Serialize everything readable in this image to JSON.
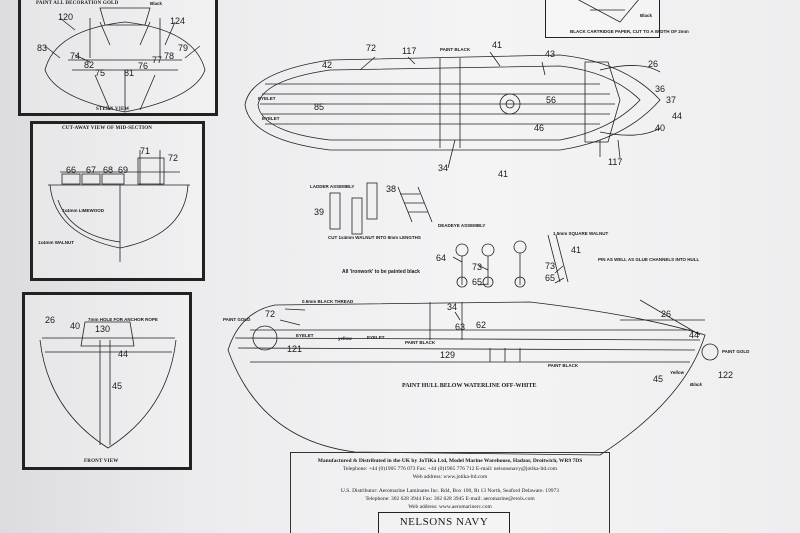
{
  "stern_panel": {
    "title": "PAINT ALL DECORATION GOLD",
    "caption": "STERN VIEW",
    "black_label": "Black"
  },
  "midsection_panel": {
    "title": "CUT-AWAY VIEW OF MID-SECTION",
    "label_limewood": "1x4mm LIMEWOOD",
    "label_walnut": "1x4mm WALNUT"
  },
  "front_panel": {
    "hole_label": "7mm HOLE FOR ANCHOR ROPE",
    "caption": "FRONT VIEW"
  },
  "cartridge_note": "BLACK CARTRIDGE PAPER, CUT TO A WIDTH OF 2mm",
  "cartridge_black": "Black",
  "deck": {
    "paint_black": "PAINT BLACK",
    "eyelet_1": "EYELET",
    "eyelet_2": "EYELET"
  },
  "ladder": {
    "title": "LADDER ASSEMBLY",
    "note": "CUT 1x4mm WALNUT INTO 8mm LENGTHS"
  },
  "deadeye": {
    "title": "DEADEYE ASSEMBLY",
    "square_walnut": "1.5mm SQUARE WALNUT",
    "glue_note": "PIN AS WELL AS GLUE CHANNELS INTO HULL"
  },
  "ironwork_note": "All 'ironwork' to be painted black",
  "side": {
    "black_thread": "0.5mm BLACK THREAD",
    "paint_gold_left": "PAINT GOLD",
    "eyelet_a": "EYELET",
    "yellow_a": "yellow",
    "eyelet_b": "EYELET",
    "paint_black_a": "PAINT BLACK",
    "paint_black_b": "PAINT BLACK",
    "paint_gold_right": "PAINT GOLD",
    "yellow_b": "Yellow",
    "black_b": "Black",
    "waterline": "PAINT HULL BELOW WATERLINE OFF-WHITE"
  },
  "numbers": {
    "n120": "120",
    "n83": "83",
    "n74": "74",
    "n82": "82",
    "n75": "75",
    "n81": "81",
    "n76": "76",
    "n77": "77",
    "n79": "79",
    "n124": "124",
    "n78": "78",
    "n71": "71",
    "n72m": "72",
    "n66": "66",
    "n67": "67",
    "n68": "68",
    "n69": "69",
    "n26f": "26",
    "n40f": "40",
    "n130": "130",
    "n44f": "44",
    "n45f": "45",
    "n72t": "72",
    "n117a": "117",
    "n41a": "41",
    "n43": "43",
    "n42": "42",
    "n85": "85",
    "n56": "56",
    "n46": "46",
    "n34a": "34",
    "n41b": "41",
    "n117b": "117",
    "n26t": "26",
    "n36": "36",
    "n37": "37",
    "n44t": "44",
    "n40t": "40",
    "n38": "38",
    "n39": "39",
    "n64": "64",
    "n73a": "73",
    "n65a": "65",
    "n41c": "41",
    "n73b": "73",
    "n65b": "65",
    "n34b": "34",
    "n72s": "72",
    "n63": "63",
    "n62": "62",
    "n129": "129",
    "n121": "121",
    "n26s": "26",
    "n44s": "44",
    "n45s": "45",
    "n122": "122"
  },
  "footer": {
    "line1": "Manufactured & Distributed in the UK by JoTiKa Ltd, Model Marine Warehouse, Hadzor, Droitwich, WR9 7DS",
    "line2": "Telephone: +44 (0)1905 776 073     Fax: +44 (0)1905 776 712     E-mail: nelsonsnavy@jotika-ltd.com",
    "line3": "Web address: www.jotika-ltd.com",
    "line4": "U.S. Distributor: Aeromarine Laminates Inc. Rd4, Box 100, Rt 13 North, Seaford Delaware. 19973",
    "line5": "Telephone: 302 628 3944     Fax: 302 628 3945     E-mail: aeromarine@erols.com",
    "line6": "Web address: www.aeromarinerc.com"
  },
  "brand": "NELSONS NAVY"
}
